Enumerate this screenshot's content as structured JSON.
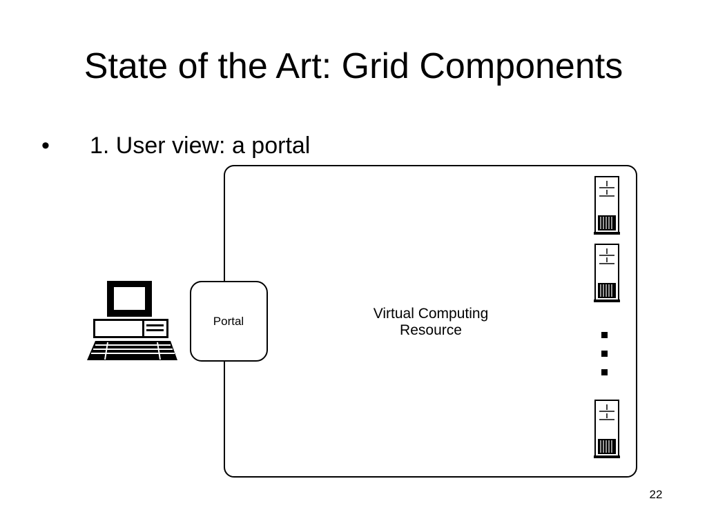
{
  "slide": {
    "title": "State of the Art: Grid Components",
    "bullet_symbol": "•",
    "bullet_text": "1. User view: a portal",
    "slide_number": "22"
  },
  "diagram": {
    "portal_label": "Portal",
    "resource_label_line1": "Virtual Computing",
    "resource_label_line2": "Resource",
    "icons": {
      "client": "desktop-computer-icon",
      "server": "server-tower-icon"
    }
  }
}
